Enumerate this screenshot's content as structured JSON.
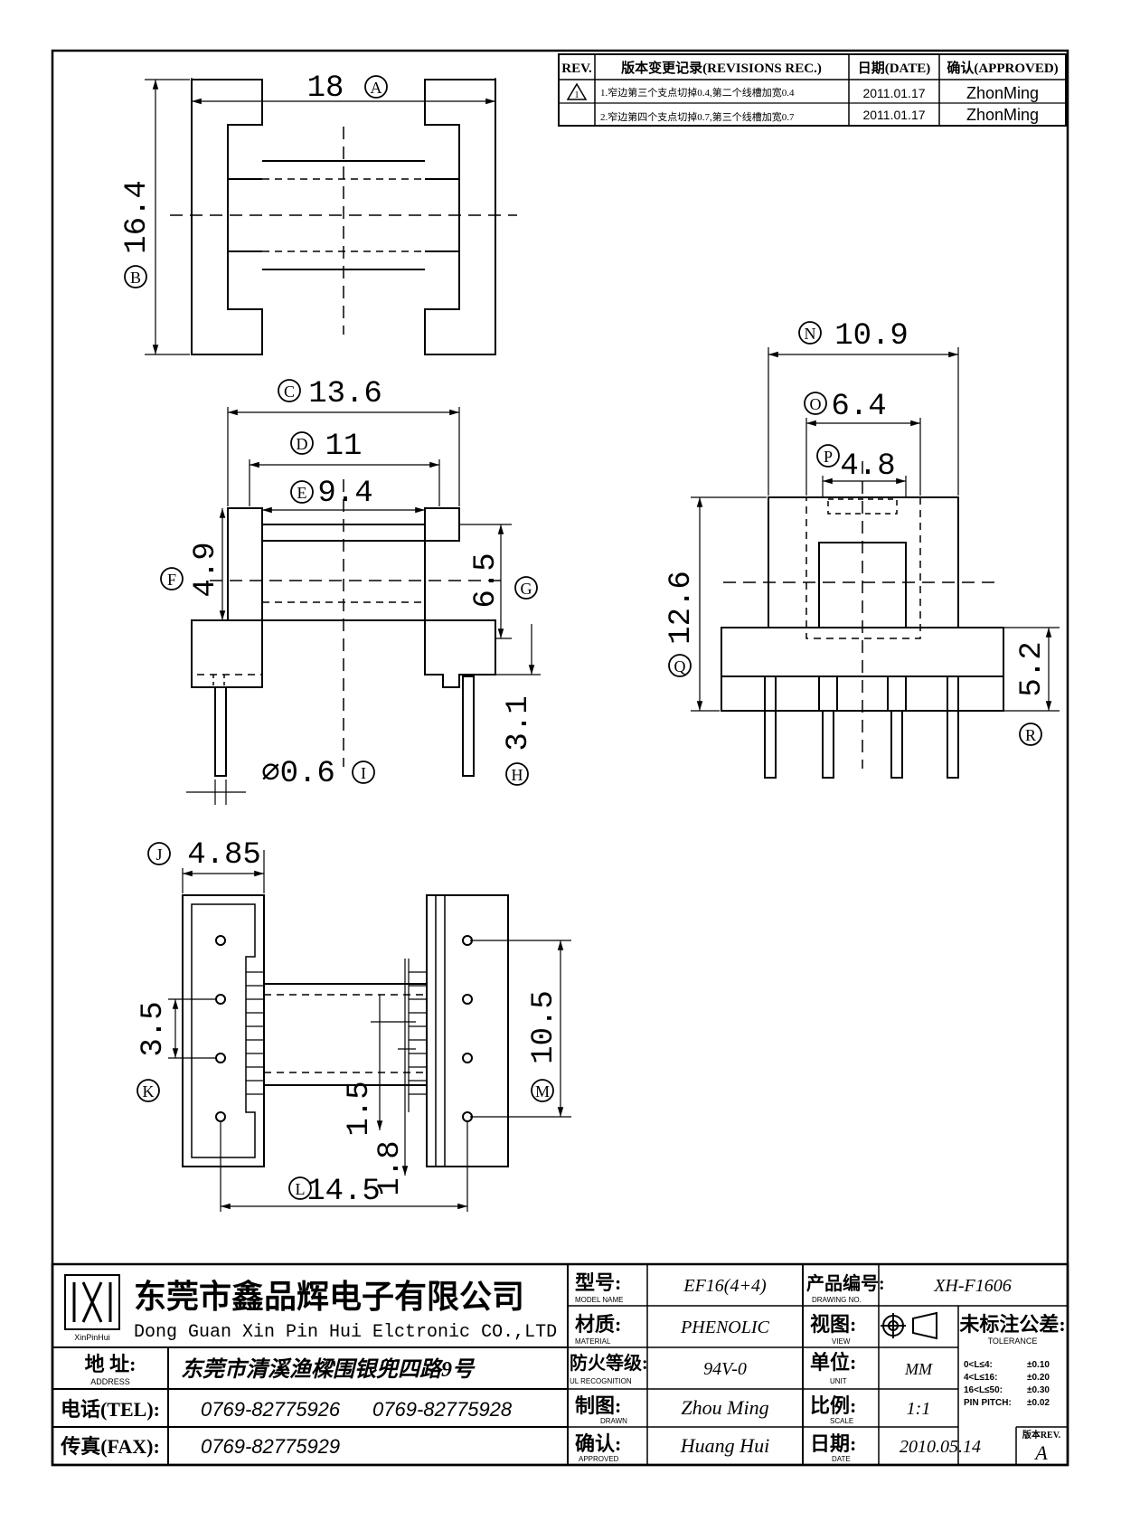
{
  "revisions": {
    "header_rev": "REV.",
    "header_record": "版本变更记录(REVISIONS REC.)",
    "header_date": "日期(DATE)",
    "header_approved": "确认(APPROVED)",
    "rows": [
      {
        "rev": "1",
        "record": "1.窄边第三个支点切掉0.4,第二个线槽加宽0.4",
        "date": "2011.01.17",
        "approved": "ZhonMing"
      },
      {
        "rev": "",
        "record": "2.窄边第四个支点切掉0.7,第三个线槽加宽0.7",
        "date": "2011.01.17",
        "approved": "ZhonMing"
      }
    ]
  },
  "dimensions": {
    "A": {
      "letter": "A",
      "value": "18"
    },
    "B": {
      "letter": "B",
      "value": "16.4"
    },
    "C": {
      "letter": "C",
      "value": "13.6"
    },
    "D": {
      "letter": "D",
      "value": "11"
    },
    "E": {
      "letter": "E",
      "value": "9.4"
    },
    "F": {
      "letter": "F",
      "value": "4.9"
    },
    "G": {
      "letter": "G",
      "value": "6.5"
    },
    "H": {
      "letter": "H",
      "value": "3.1"
    },
    "I": {
      "letter": "I",
      "value": "⌀0.6"
    },
    "J": {
      "letter": "J",
      "value": "4.85"
    },
    "K": {
      "letter": "K",
      "value": "3.5"
    },
    "L": {
      "letter": "L",
      "value": "14.5"
    },
    "M": {
      "letter": "M",
      "value": "10.5"
    },
    "N": {
      "letter": "N",
      "value": "10.9"
    },
    "O": {
      "letter": "O",
      "value": "6.4"
    },
    "P": {
      "letter": "P",
      "value": "4.8"
    },
    "Q": {
      "letter": "Q",
      "value": "12.6"
    },
    "R": {
      "letter": "R",
      "value": "5.2"
    },
    "extra_15": "1.5",
    "extra_18": "1.8"
  },
  "title_block": {
    "company_cn": "东莞市鑫品辉电子有限公司",
    "company_en": "Dong Guan Xin Pin Hui Elctronic CO.,LTD",
    "logo_text": "XinPinHui",
    "address_label": "地  址:",
    "address_label_en": "ADDRESS",
    "address_value": "东莞市清溪渔樑围银兜四路9号",
    "tel_label": "电话(TEL):",
    "tel_1": "0769-82775926",
    "tel_2": "0769-82775928",
    "fax_label": "传真(FAX):",
    "fax_value": "0769-82775929",
    "model_label": "型号:",
    "model_label_en": "MODEL NAME",
    "model_value": "EF16(4+4)",
    "material_label": "材质:",
    "material_label_en": "MATERIAL",
    "material_value": "PHENOLIC",
    "flame_label": "防火等级:",
    "flame_label_en": "UL RECOGNITION",
    "flame_value": "94V-0",
    "drawn_label": "制图:",
    "drawn_label_en": "DRAWN",
    "drawn_value": "Zhou Ming",
    "approved_label": "确认:",
    "approved_label_en": "APPROVED",
    "approved_value": "Huang Hui",
    "drawing_no_label": "产品编号:",
    "drawing_no_label_en": "DRAWING NO.",
    "drawing_no_value": "XH-F1606",
    "view_label": "视图:",
    "view_label_en": "VIEW",
    "unit_label": "单位:",
    "unit_label_en": "UNIT",
    "unit_value": "MM",
    "scale_label": "比例:",
    "scale_label_en": "SCALE",
    "scale_value": "1:1",
    "date_label": "日期:",
    "date_label_en": "DATE",
    "date_value": "2010.05.14",
    "tolerance_label": "未标注公差:",
    "tolerance_label_en": "TOLERANCE",
    "tolerance_rows": [
      {
        "range": "0<L≤4:",
        "value": "±0.10"
      },
      {
        "range": "4<L≤16:",
        "value": "±0.20"
      },
      {
        "range": "16<L≤50:",
        "value": "±0.30"
      },
      {
        "range": "PIN PITCH:",
        "value": "±0.02"
      }
    ],
    "version_label": "版本REV.",
    "version_value": "A"
  }
}
